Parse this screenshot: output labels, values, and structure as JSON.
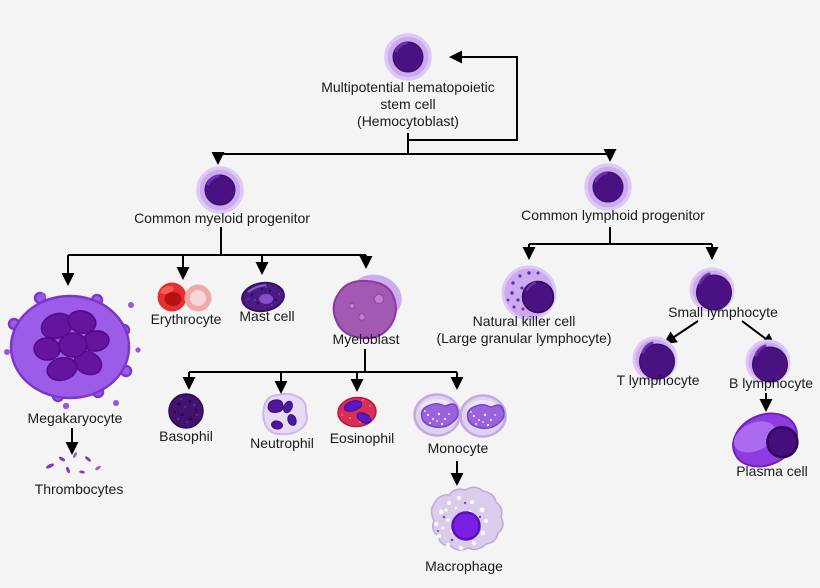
{
  "diagram_title": "Hematopoiesis lineage diagram",
  "colors": {
    "background": "#f5f4f5",
    "connector": "#000000",
    "text": "#1a1a1a",
    "cell_outer_lavender": "#cbaaee",
    "cell_rim": "#ddc9f6",
    "nucleus_dark_purple": "#4a1183",
    "megakaryocyte_body": "#9d5ce8",
    "megakaryocyte_nucleus": "#65149f",
    "erythrocyte_red": "#e53030",
    "erythrocyte_pink": "#f0a8a8",
    "mast_cell_body": "#4b1b84",
    "myeloblast_body": "#a259b2",
    "basophil_body": "#41126e",
    "neutrophil_cytoplasm": "#e7daf5",
    "neutrophil_nucleus": "#4f169e",
    "eosinophil_body": "#d92e56",
    "eosinophil_nucleus": "#5a17c9",
    "monocyte_cytoplasm": "#ded2f1",
    "monocyte_nucleus": "#9a63de",
    "macrophage_body": "#d9cdeb",
    "macrophage_nucleus": "#7a1fe6",
    "plasma_cell_body": "#8f3be2",
    "thrombocyte": "#7a3ac8"
  },
  "nodes": {
    "stem_cell": {
      "line1": "Multipotential hematopoietic",
      "line2": "stem cell",
      "line3": "(Hemocytoblast)"
    },
    "myeloid_progenitor": {
      "label": "Common myeloid progenitor"
    },
    "lymphoid_progenitor": {
      "label": "Common lymphoid progenitor"
    },
    "megakaryocyte": {
      "label": "Megakaryocyte"
    },
    "thrombocytes": {
      "label": "Thrombocytes"
    },
    "erythrocyte": {
      "label": "Erythrocyte"
    },
    "mast_cell": {
      "label": "Mast cell"
    },
    "myeloblast": {
      "label": "Myeloblast"
    },
    "basophil": {
      "label": "Basophil"
    },
    "neutrophil": {
      "label": "Neutrophil"
    },
    "eosinophil": {
      "label": "Eosinophil"
    },
    "monocyte": {
      "label": "Monocyte"
    },
    "macrophage": {
      "label": "Macrophage"
    },
    "natural_killer": {
      "line1": "Natural killer cell",
      "line2": "(Large granular lymphocyte)"
    },
    "small_lymphocyte": {
      "label": "Small lymphocyte"
    },
    "t_lymphocyte": {
      "label": "T lymphocyte"
    },
    "b_lymphocyte": {
      "label": "B lymphocyte"
    },
    "plasma_cell": {
      "label": "Plasma cell"
    }
  }
}
